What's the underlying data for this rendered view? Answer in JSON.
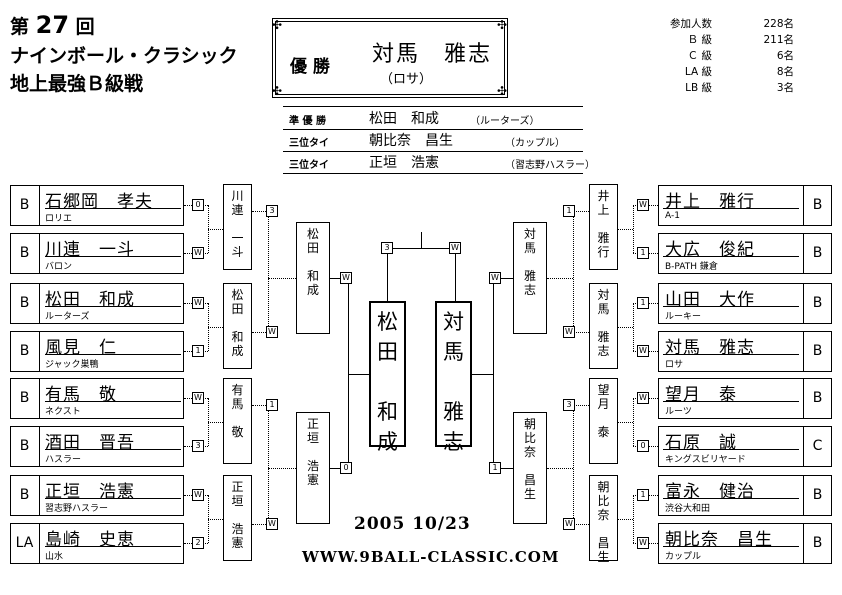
{
  "header": {
    "line1_prefix": "第",
    "line1_num": "27",
    "line1_suffix": "回",
    "line2": "ナインボール・クラシック",
    "line3": "地上最強Ｂ級戦"
  },
  "stats": [
    {
      "label": "参加人数",
      "value": "228名"
    },
    {
      "label": "Ｂ 級",
      "value": "211名"
    },
    {
      "label": "Ｃ 級",
      "value": "6名"
    },
    {
      "label": "LA 級",
      "value": "8名"
    },
    {
      "label": "LB 級",
      "value": "3名"
    }
  ],
  "champion": {
    "label": "優 勝",
    "name": "対馬　雅志",
    "team": "（ロサ）"
  },
  "results": [
    {
      "label": "準 優 勝",
      "name": "松田　和成",
      "team": "（ルーターズ）"
    },
    {
      "label": "三位タイ",
      "name": "朝比奈　昌生",
      "team": "（カップル）"
    },
    {
      "label": "三位タイ",
      "name": "正垣　浩憲",
      "team": "（習志野ハスラー）"
    }
  ],
  "left_players": [
    {
      "cls": "B",
      "name": "石郷岡　孝夫",
      "team": "ロリエ",
      "score": "0"
    },
    {
      "cls": "B",
      "name": "川連　一斗",
      "team": "バロン",
      "score": "W"
    },
    {
      "cls": "B",
      "name": "松田　和成",
      "team": "ルーターズ",
      "score": "W"
    },
    {
      "cls": "B",
      "name": "風見　仁",
      "team": "ジャック巣鴨",
      "score": "1"
    },
    {
      "cls": "B",
      "name": "有馬　敬",
      "team": "ネクスト",
      "score": "W"
    },
    {
      "cls": "B",
      "name": "酒田　晋吾",
      "team": "ハスラー",
      "score": "3"
    },
    {
      "cls": "B",
      "name": "正垣　浩憲",
      "team": "習志野ハスラー",
      "score": "W"
    },
    {
      "cls": "LA",
      "name": "島崎　史恵",
      "team": "山水",
      "score": "2"
    }
  ],
  "right_players": [
    {
      "cls": "B",
      "name": "井上　雅行",
      "team": "A-1",
      "score": "W"
    },
    {
      "cls": "B",
      "name": "大広　俊紀",
      "team": "B-PATH 鎌倉",
      "score": "1"
    },
    {
      "cls": "B",
      "name": "山田　大作",
      "team": "ルーキー",
      "score": "1"
    },
    {
      "cls": "B",
      "name": "対馬　雅志",
      "team": "ロサ",
      "score": "W"
    },
    {
      "cls": "B",
      "name": "望月　泰",
      "team": "ルーツ",
      "score": "W"
    },
    {
      "cls": "C",
      "name": "石原　誠",
      "team": "キングスビリヤード",
      "score": "0"
    },
    {
      "cls": "B",
      "name": "富永　健治",
      "team": "渋谷大和田",
      "score": "1"
    },
    {
      "cls": "B",
      "name": "朝比奈　昌生",
      "team": "カップル",
      "score": "W"
    }
  ],
  "left_r2": [
    {
      "name": "川\n連\n\n一\n斗",
      "score": "3"
    },
    {
      "name": "松\n田\n\n和\n成",
      "score": "W"
    },
    {
      "name": "有\n馬\n\n敬",
      "score": "1"
    },
    {
      "name": "正\n垣\n\n浩\n憲",
      "score": "W"
    }
  ],
  "right_r2": [
    {
      "name": "井\n上\n\n雅\n行",
      "score": "1"
    },
    {
      "name": "対\n馬\n\n雅\n志",
      "score": "W"
    },
    {
      "name": "望\n月\n\n泰",
      "score": "3"
    },
    {
      "name": "朝\n比\n奈\n\n昌\n生",
      "score": "W"
    }
  ],
  "left_r3": [
    {
      "name": "松\n田\n\n和\n成",
      "score": "W"
    },
    {
      "name": "正\n垣\n\n浩\n憲",
      "score": "0"
    }
  ],
  "right_r3": [
    {
      "name": "対\n馬\n\n雅\n志",
      "score": "W"
    },
    {
      "name": "朝\n比\n奈\n\n昌\n生",
      "score": "1"
    }
  ],
  "final": {
    "left": {
      "name": "松\n田\n\n和\n成",
      "score": "3"
    },
    "right": {
      "name": "対\n馬\n\n雅\n志",
      "score": "W"
    }
  },
  "footer": {
    "date": "2005 10/23",
    "url": "WWW.9BALL-CLASSIC.COM"
  }
}
